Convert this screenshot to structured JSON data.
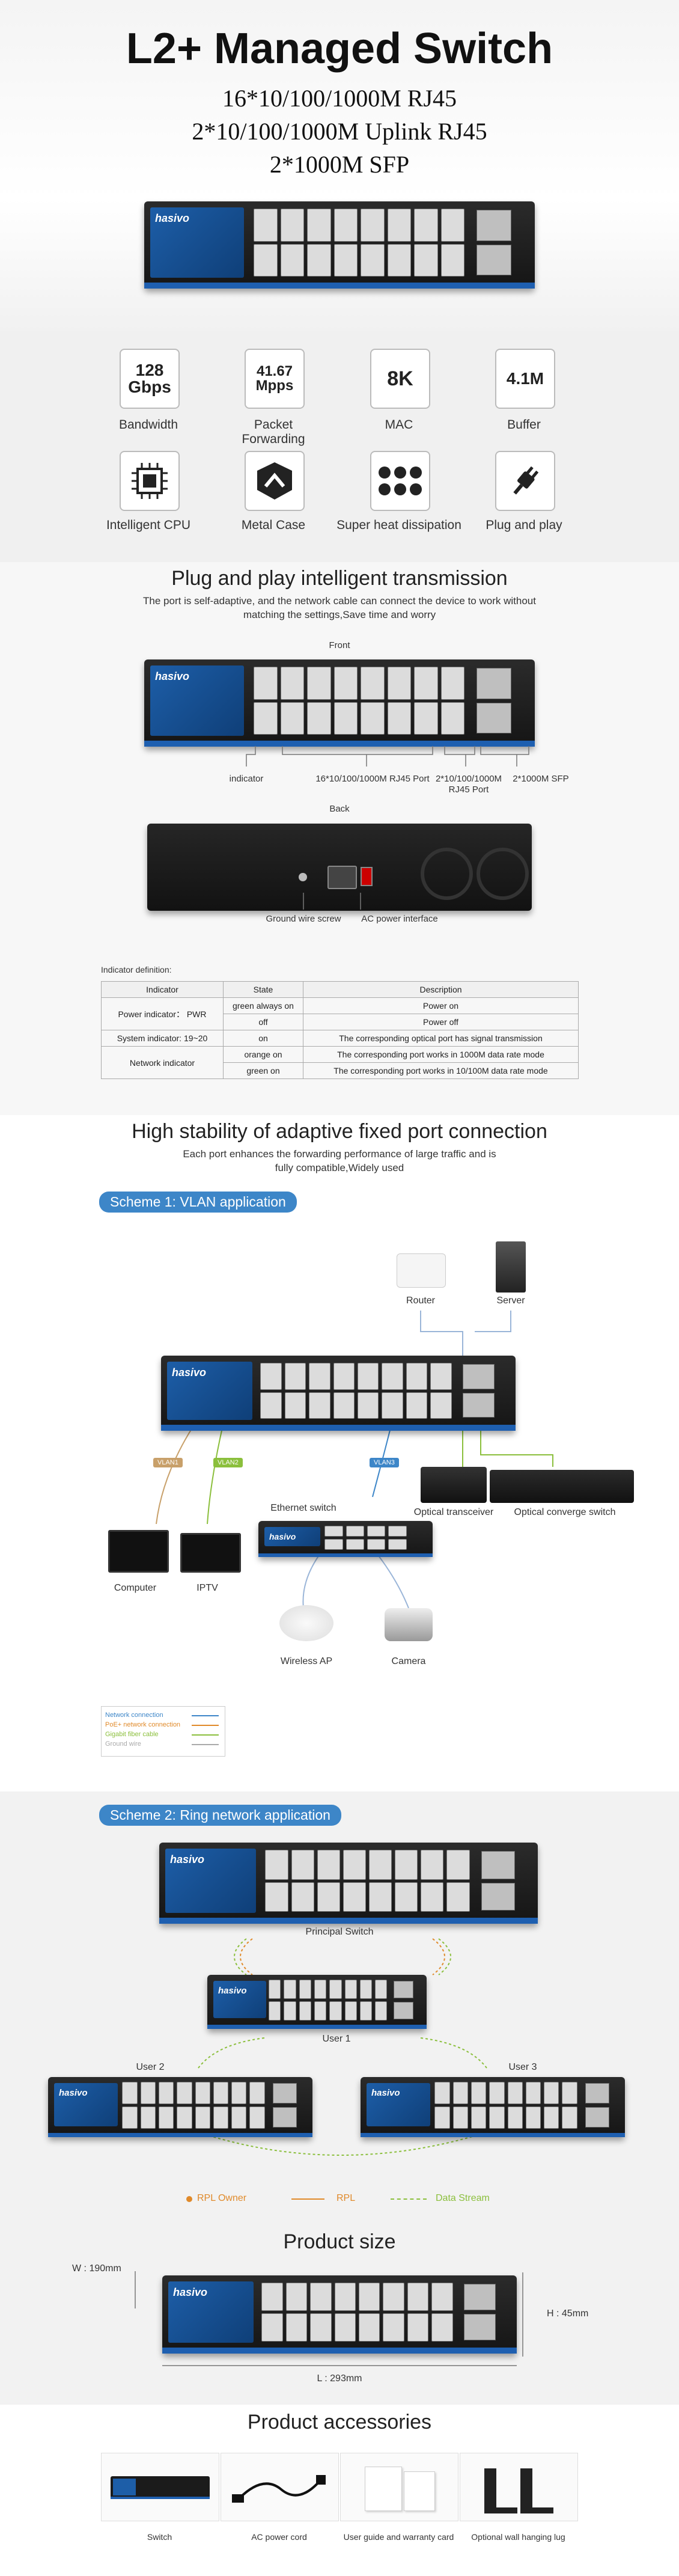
{
  "hero": {
    "title": "L2+ Managed Switch",
    "lines": [
      "16*10/100/1000M RJ45",
      "2*10/100/1000M Uplink RJ45",
      "2*1000M SFP"
    ]
  },
  "switch_brand": "hasivo",
  "features": [
    {
      "icon_text": "128",
      "icon_text2": "Gbps",
      "label": "Bandwidth"
    },
    {
      "icon_text": "41.67",
      "icon_text2": "Mpps",
      "label": "Packet Forwarding"
    },
    {
      "icon_text": "8K",
      "icon_text2": "",
      "label": "MAC"
    },
    {
      "icon_text": "4.1M",
      "icon_text2": "",
      "label": "Buffer"
    },
    {
      "icon": "cpu-icon",
      "label": "Intelligent CPU"
    },
    {
      "icon": "metal-case-icon",
      "label": "Metal Case"
    },
    {
      "icon": "fans-icon",
      "label": "Super heat dissipation"
    },
    {
      "icon": "plug-icon",
      "label": "Plug and play"
    }
  ],
  "plug": {
    "title": "Plug and play intelligent transmission",
    "desc1": "The port is self-adaptive, and the network cable can connect the device to work without",
    "desc2": "matching the settings,Save time and worry",
    "front": "Front",
    "back": "Back",
    "callouts": [
      "indicator",
      "16*10/100/1000M RJ45 Port",
      "2*10/100/1000M",
      "RJ45 Port",
      "2*1000M SFP"
    ],
    "back_callouts": [
      "Ground wire screw",
      "AC power interface"
    ],
    "def_title": "Indicator definition:",
    "table_head": [
      "Indicator",
      "State",
      "Description"
    ],
    "rows": [
      [
        "Power indicator： PWR",
        "green always on",
        "Power on"
      ],
      [
        "",
        "off",
        "Power off"
      ],
      [
        "System indicator: 19~20",
        "on",
        "The corresponding optical port has signal transmission"
      ],
      [
        "Network indicator",
        "orange on",
        "The corresponding port works in 1000M data rate mode"
      ],
      [
        "",
        "green on",
        "The corresponding port works in 10/100M data rate mode"
      ]
    ]
  },
  "stability": {
    "title": "High stability of adaptive fixed port connection",
    "desc1": "Each port enhances the forwarding performance of large traffic and is",
    "desc2": "fully compatible,Widely used"
  },
  "scheme1": {
    "badge": "Scheme 1: VLAN application",
    "router": "Router",
    "server": "Server",
    "vlans": [
      "VLAN1",
      "VLAN2",
      "VLAN3"
    ],
    "ethernet_switch": "Ethernet switch",
    "optical_transceiver": "Optical transceiver",
    "optical_converge": "Optical converge switch",
    "computer": "Computer",
    "iptv": "IPTV",
    "wireless_ap": "Wireless AP",
    "camera": "Camera",
    "legend": [
      "Network connection",
      "PoE+ network connection",
      "Gigabit fiber cable",
      "Ground wire"
    ]
  },
  "scheme2": {
    "badge": "Scheme 2: Ring network application",
    "principal": "Principal Switch",
    "user1": "User 1",
    "user2": "User 2",
    "user3": "User 3",
    "legend": [
      "RPL Owner",
      "RPL",
      "Data Stream"
    ]
  },
  "size": {
    "title": "Product size",
    "w": "W : 190mm",
    "h": "H : 45mm",
    "l": "L : 293mm"
  },
  "accessories": {
    "title": "Product accessories",
    "items": [
      "Switch",
      "AC power cord",
      "User guide and warranty card",
      "Optional wall hanging lug"
    ]
  },
  "colors": {
    "accent": "#3d86c8",
    "switch_blue": "#1e5fb0",
    "vlan1": "#c8a06a",
    "vlan2": "#8bbf3c",
    "vlan3": "#3d86c8"
  }
}
